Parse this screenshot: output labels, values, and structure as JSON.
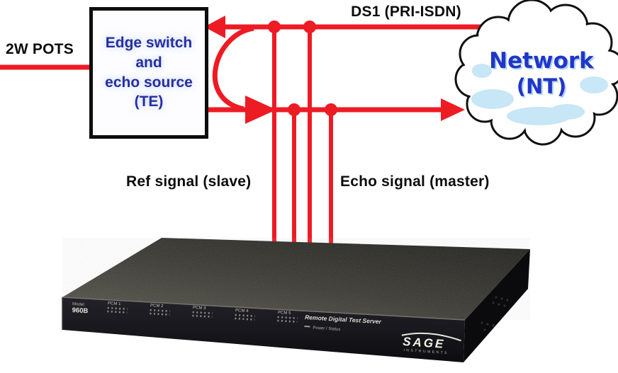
{
  "labels": {
    "pots": "2W POTS",
    "ds1": "DS1 (PRI-ISDN)",
    "ref": "Ref signal (slave)",
    "echo": "Echo signal (master)"
  },
  "edge_switch_box": {
    "line1": "Edge switch",
    "line2": "and",
    "line3": "echo source",
    "line4": "(TE)"
  },
  "network_cloud": {
    "line1": "Network",
    "line2": "(NT)"
  },
  "device": {
    "model_caption": "Model:",
    "model": "960B",
    "led_groups": [
      {
        "label": "PCM 1"
      },
      {
        "label": "PCM 2"
      },
      {
        "label": "PCM 3"
      },
      {
        "label": "PCM 4"
      },
      {
        "label": "PCM 5"
      }
    ],
    "title": "Remote Digital Test Server",
    "status": "Power / Status",
    "brand": "SAGE",
    "brand_sub": "INSTRUMENTS"
  },
  "colors": {
    "signal_red": "#ed1b24",
    "box_text_blue": "#272e9e",
    "cloud_text_blue": "#2036c8"
  }
}
